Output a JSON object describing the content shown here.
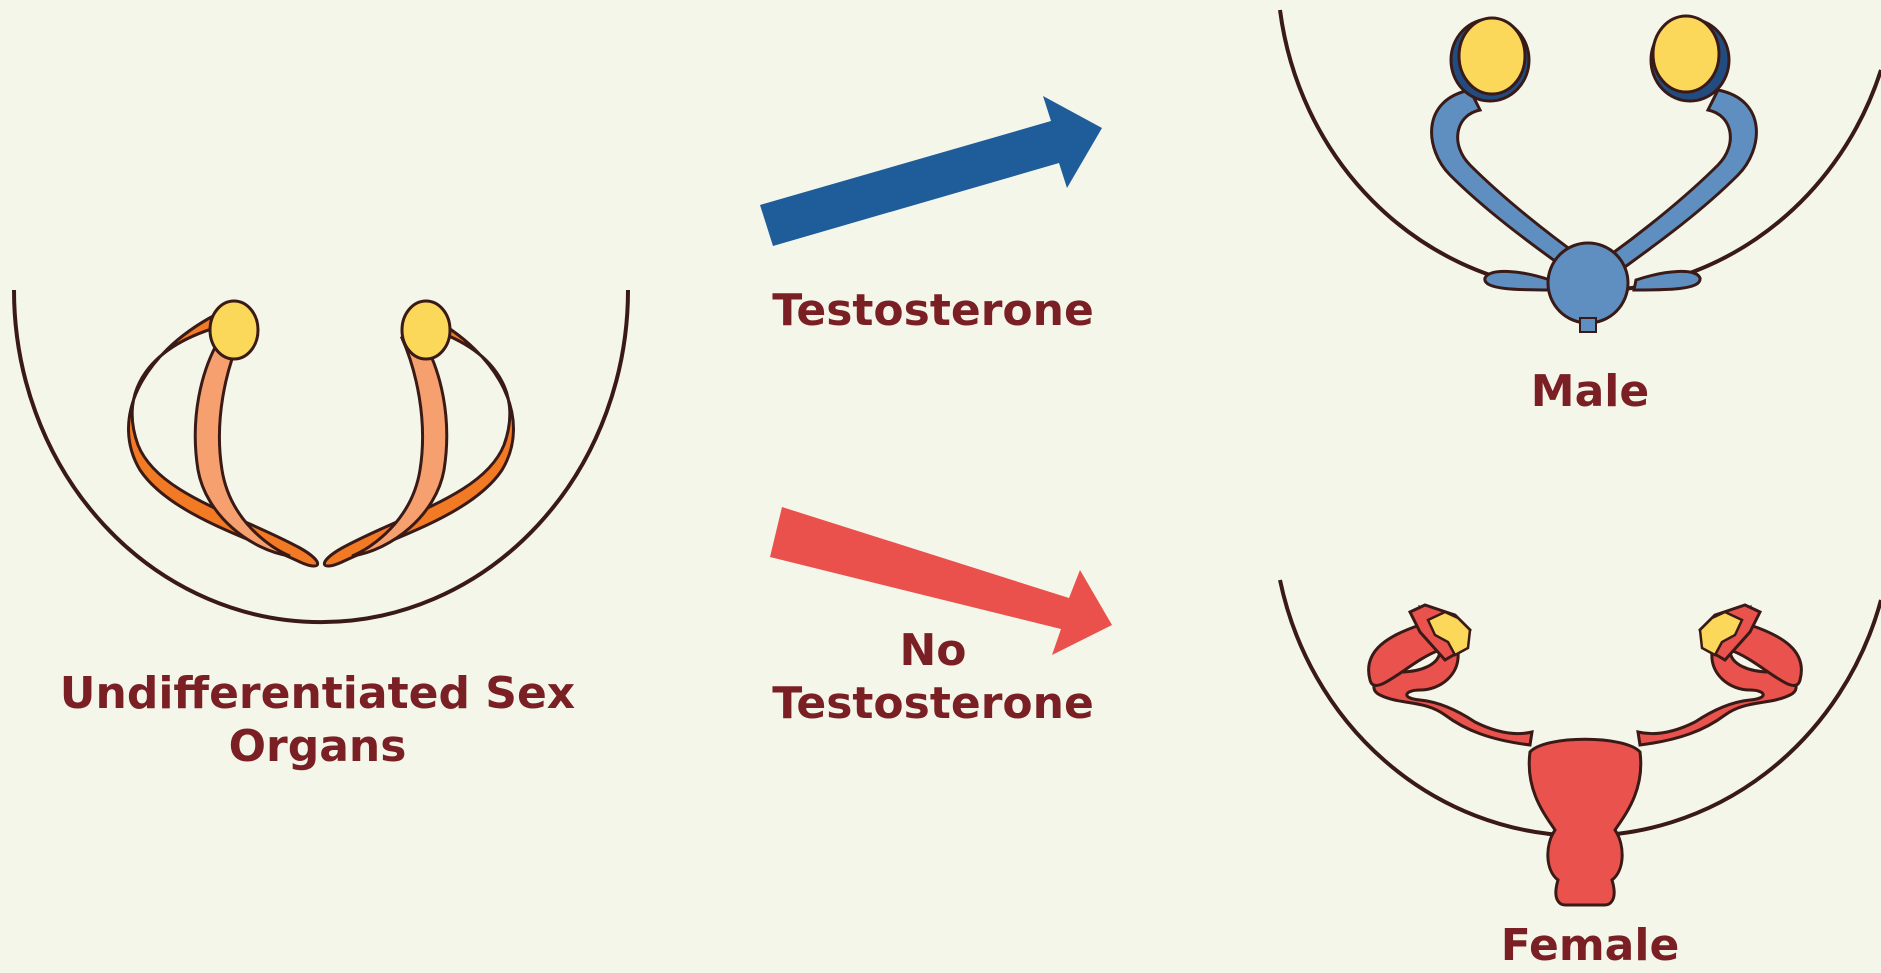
{
  "labels": {
    "undifferentiated_line1": "Undifferentiated Sex",
    "undifferentiated_line2": "Organs",
    "testosterone": "Testosterone",
    "no_testosterone_line1": "No",
    "no_testosterone_line2": "Testosterone",
    "male": "Male",
    "female": "Female"
  },
  "colors": {
    "background": "#f4f6ea",
    "label_text": "#7a1f24",
    "outline": "#3a1a16",
    "arrow_testosterone": "#1f5c9a",
    "arrow_no_testosterone": "#ea504c",
    "gonad_yellow": "#fbd85a",
    "duct_dark_orange": "#f37a25",
    "duct_light_orange": "#f6a070",
    "male_blue": "#5f8fc0",
    "male_dark_blue": "#224c7f",
    "female_red": "#e9524d"
  }
}
